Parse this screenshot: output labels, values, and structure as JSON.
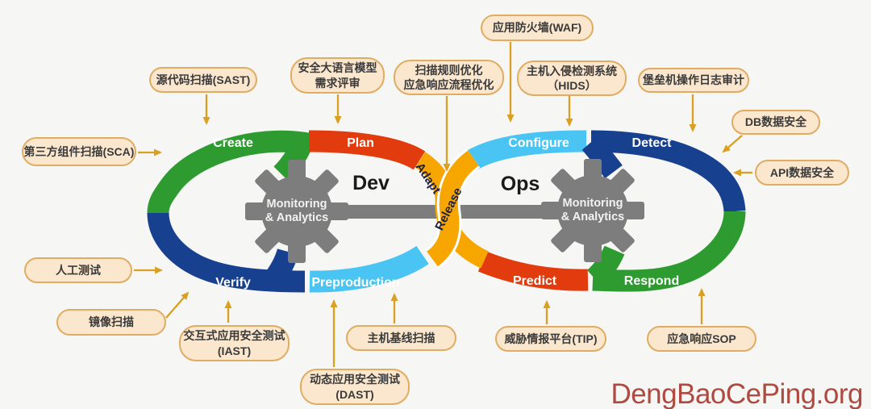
{
  "diagram": {
    "dev_label": "Dev",
    "ops_label": "Ops",
    "segments": {
      "create": "Create",
      "plan": "Plan",
      "verify": "Verify",
      "preproduction": "Preproduction",
      "configure": "Configure",
      "detect": "Detect",
      "predict": "Predict",
      "respond": "Respond",
      "adapt": "Adapt",
      "release": "Release"
    },
    "gear_text": {
      "line1": "Monitoring",
      "line2": "& Analytics"
    },
    "colors": {
      "create_respond_green": "#2E9B30",
      "plan_predict_red": "#E23B0E",
      "verify_detect_navy": "#17408F",
      "preproduction_configure_blue": "#4AC4F2",
      "adapt_release_orange": "#F7A600",
      "gear_gray": "#7D7D7D",
      "arrow_gold": "#D9A021",
      "callout_bg": "#FBE7CE",
      "callout_border": "#DFAC61",
      "watermark_red": "#AE4A3F"
    }
  },
  "callouts": {
    "sast": {
      "line1": "源代码扫描(SAST)"
    },
    "llm": {
      "line1": "安全大语言模型",
      "line2": "需求评审"
    },
    "scan_rules": {
      "line1": "扫描规则优化",
      "line2": "应急响应流程优化"
    },
    "waf": {
      "line1": "应用防火墙(WAF)"
    },
    "hids": {
      "line1": "主机入侵检测系统",
      "line2": "（HIDS）"
    },
    "bastion": {
      "line1": "堡垒机操作日志审计"
    },
    "db": {
      "line1": "DB数据安全"
    },
    "api": {
      "line1": "API数据安全"
    },
    "sca": {
      "line1": "第三方组件扫描(SCA)"
    },
    "manual_test": {
      "line1": "人工测试"
    },
    "image_scan": {
      "line1": "镜像扫描"
    },
    "iast": {
      "line1": "交互式应用安全测试",
      "line2": "(IAST)"
    },
    "dast": {
      "line1": "动态应用安全测试",
      "line2": "(DAST)"
    },
    "baseline": {
      "line1": "主机基线扫描"
    },
    "tip": {
      "line1": "威胁情报平台(TIP)"
    },
    "sop": {
      "line1": "应急响应SOP"
    }
  },
  "watermark": "DengBaoCePing.org"
}
